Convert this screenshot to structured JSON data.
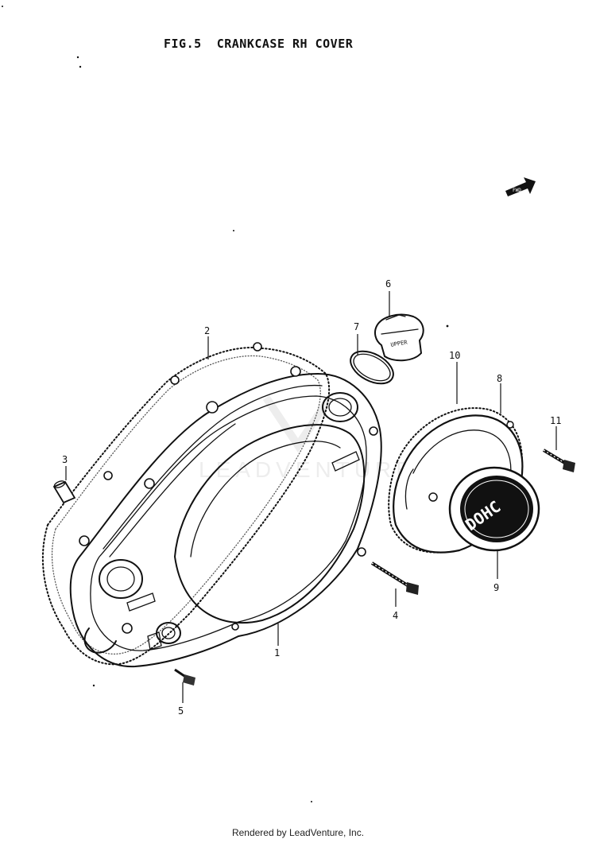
{
  "title": "FIG.5  CRANKCASE RH COVER",
  "footer": "Rendered by LeadVenture, Inc.",
  "watermark": "LEADVENTURE",
  "badge_text": "DOHC",
  "plug_text": "UPPER",
  "arrow_label": "FWD",
  "part_labels": [
    "1",
    "2",
    "3",
    "4",
    "5",
    "6",
    "7",
    "8",
    "9",
    "10",
    "11"
  ]
}
